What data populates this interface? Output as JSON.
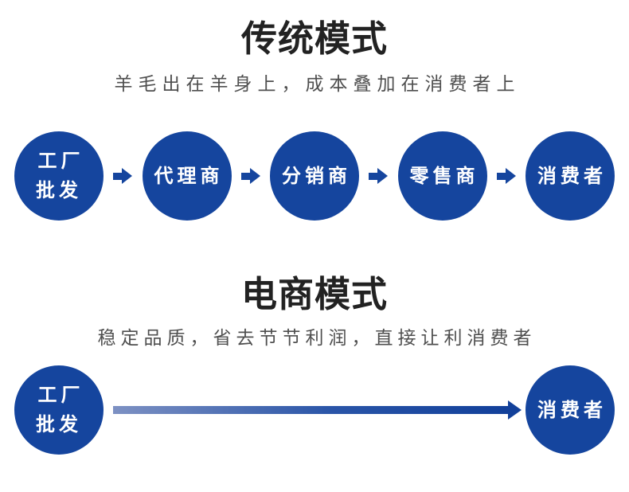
{
  "traditional": {
    "title": "传统模式",
    "subtitle": "羊毛出在羊身上，成本叠加在消费者上",
    "nodes": [
      {
        "label": "工厂\n批发"
      },
      {
        "label": "代理商"
      },
      {
        "label": "分销商"
      },
      {
        "label": "零售商"
      },
      {
        "label": "消费者"
      }
    ]
  },
  "ecommerce": {
    "title": "电商模式",
    "subtitle": "稳定品质，省去节节利润，直接让利消费者",
    "nodes": [
      {
        "label": "工厂\n批发"
      },
      {
        "label": "消费者"
      }
    ]
  },
  "colors": {
    "node_blue": "#15459e",
    "arrow_blue": "#15459e",
    "long_arrow_gradient_start": "#7d91c3",
    "long_arrow_gradient_end": "#12409a",
    "title_color": "#222222",
    "subtitle_color": "#4f4f4f",
    "node_text_color": "#ffffff",
    "background": "#ffffff"
  }
}
